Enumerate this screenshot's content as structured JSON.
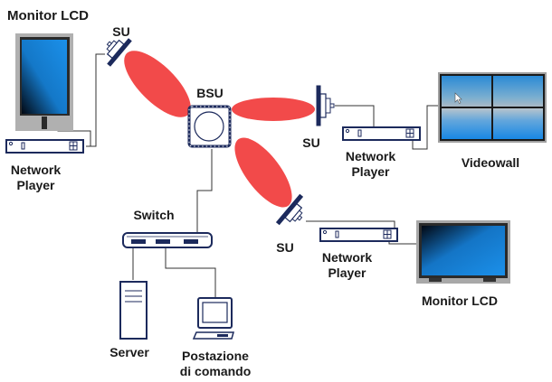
{
  "diagram": {
    "title_hidden": "",
    "colors": {
      "device_stroke": "#1c2a5c",
      "beam": "#f24a4a",
      "screen_blue": "#1a8ee8",
      "bezel_grey": "#a8a8a8",
      "wire": "#333333"
    },
    "labels": {
      "monitor_lcd_left": "Monitor LCD",
      "su_top_left": "SU",
      "bsu": "BSU",
      "su_right": "SU",
      "su_bottom": "SU",
      "network_player_left": "Network\nPlayer",
      "network_player_right": "Network\nPlayer",
      "network_player_bottom": "Network\nPlayer",
      "videowall": "Videowall",
      "switch": "Switch",
      "server": "Server",
      "workstation": "Postazione\ndi comando",
      "monitor_lcd_bottom_right": "Monitor LCD"
    },
    "nodes": [
      {
        "id": "bsu",
        "type": "base-station-unit",
        "label": "BSU"
      },
      {
        "id": "su1",
        "type": "subscriber-unit",
        "label": "SU"
      },
      {
        "id": "su2",
        "type": "subscriber-unit",
        "label": "SU"
      },
      {
        "id": "su3",
        "type": "subscriber-unit",
        "label": "SU"
      },
      {
        "id": "np1",
        "type": "network-player",
        "label": "Network Player"
      },
      {
        "id": "np2",
        "type": "network-player",
        "label": "Network Player"
      },
      {
        "id": "np3",
        "type": "network-player",
        "label": "Network Player"
      },
      {
        "id": "mon1",
        "type": "monitor-portrait",
        "label": "Monitor LCD"
      },
      {
        "id": "vw",
        "type": "videowall",
        "label": "Videowall"
      },
      {
        "id": "mon2",
        "type": "monitor-landscape",
        "label": "Monitor LCD"
      },
      {
        "id": "sw",
        "type": "switch",
        "label": "Switch"
      },
      {
        "id": "srv",
        "type": "server",
        "label": "Server"
      },
      {
        "id": "ws",
        "type": "workstation",
        "label": "Postazione di comando"
      }
    ],
    "links": [
      {
        "from": "bsu",
        "to": "su1",
        "kind": "wireless"
      },
      {
        "from": "bsu",
        "to": "su2",
        "kind": "wireless"
      },
      {
        "from": "bsu",
        "to": "su3",
        "kind": "wireless"
      },
      {
        "from": "su1",
        "to": "np1",
        "kind": "wired"
      },
      {
        "from": "np1",
        "to": "mon1",
        "kind": "wired"
      },
      {
        "from": "su2",
        "to": "np2",
        "kind": "wired"
      },
      {
        "from": "np2",
        "to": "vw",
        "kind": "wired"
      },
      {
        "from": "su3",
        "to": "np3",
        "kind": "wired"
      },
      {
        "from": "np3",
        "to": "mon2",
        "kind": "wired"
      },
      {
        "from": "bsu",
        "to": "sw",
        "kind": "wired"
      },
      {
        "from": "sw",
        "to": "srv",
        "kind": "wired"
      },
      {
        "from": "sw",
        "to": "ws",
        "kind": "wired"
      }
    ]
  }
}
